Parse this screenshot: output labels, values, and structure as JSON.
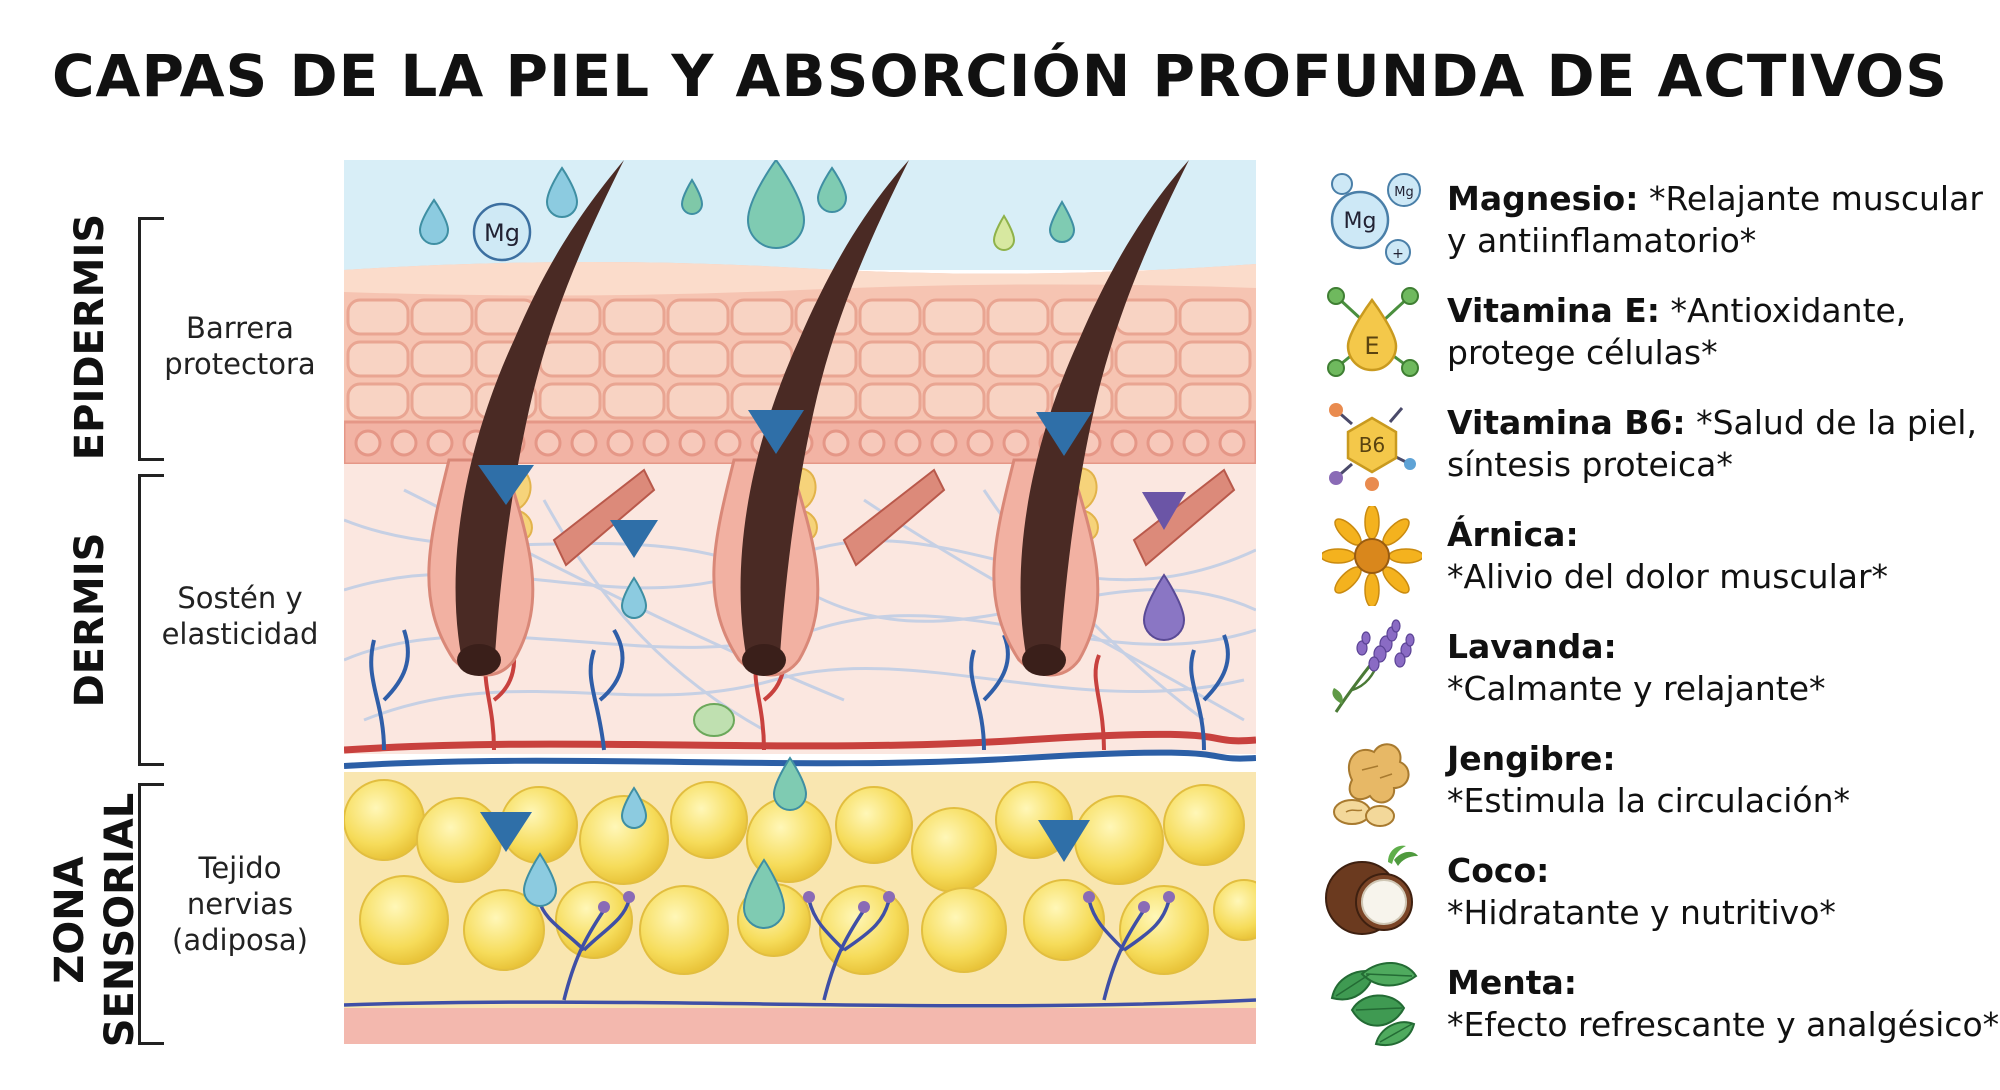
{
  "title": "CAPAS DE LA PIEL Y ABSORCIÓN PROFUNDA DE ACTIVOS",
  "layers": [
    {
      "name": "EPIDERMIS",
      "desc_lines": [
        "Barrera",
        "protectora"
      ]
    },
    {
      "name": "DERMIS",
      "desc_lines": [
        "Sostén y",
        "elasticidad"
      ]
    },
    {
      "name_lines": [
        "ZONA",
        "SENSORIAL"
      ],
      "desc_lines": [
        "Tejido",
        "nervias",
        "(adiposa)"
      ]
    }
  ],
  "diagram": {
    "mg_label": "Mg"
  },
  "legend": [
    {
      "icon": "magnesium-molecule-icon",
      "name": "Magnesio:",
      "desc": "*Relajante muscular y antiinflamatorio*",
      "icon_text": "Mg"
    },
    {
      "icon": "vitamin-e-molecule-icon",
      "name": "Vitamina E:",
      "desc": "*Antioxidante, protege células*",
      "icon_text": "E"
    },
    {
      "icon": "vitamin-b6-molecule-icon",
      "name": "Vitamina B6:",
      "desc": "*Salud de la piel, síntesis proteica*",
      "icon_text": "B6"
    },
    {
      "icon": "arnica-flower-icon",
      "name": "Árnica:",
      "desc": "*Alivio del dolor muscular*"
    },
    {
      "icon": "lavender-sprig-icon",
      "name": "Lavanda:",
      "desc": "*Calmante y relajante*"
    },
    {
      "icon": "ginger-root-icon",
      "name": "Jengibre:",
      "desc": "*Estimula la circulación*"
    },
    {
      "icon": "coconut-icon",
      "name": "Coco:",
      "desc": "*Hidratante y nutritivo*"
    },
    {
      "icon": "mint-leaves-icon",
      "name": "Menta:",
      "desc": "*Efecto refrescante y analgésico*"
    }
  ],
  "colors": {
    "sky": "#d8eef7",
    "epidermis": "#f6c7b6",
    "dermis": "#fbe9e3",
    "fat": "#f7e06a",
    "arrow_blue": "#3a7fb8",
    "arrow_green": "#5fb39c",
    "arrow_purple": "#6f5ea6"
  }
}
